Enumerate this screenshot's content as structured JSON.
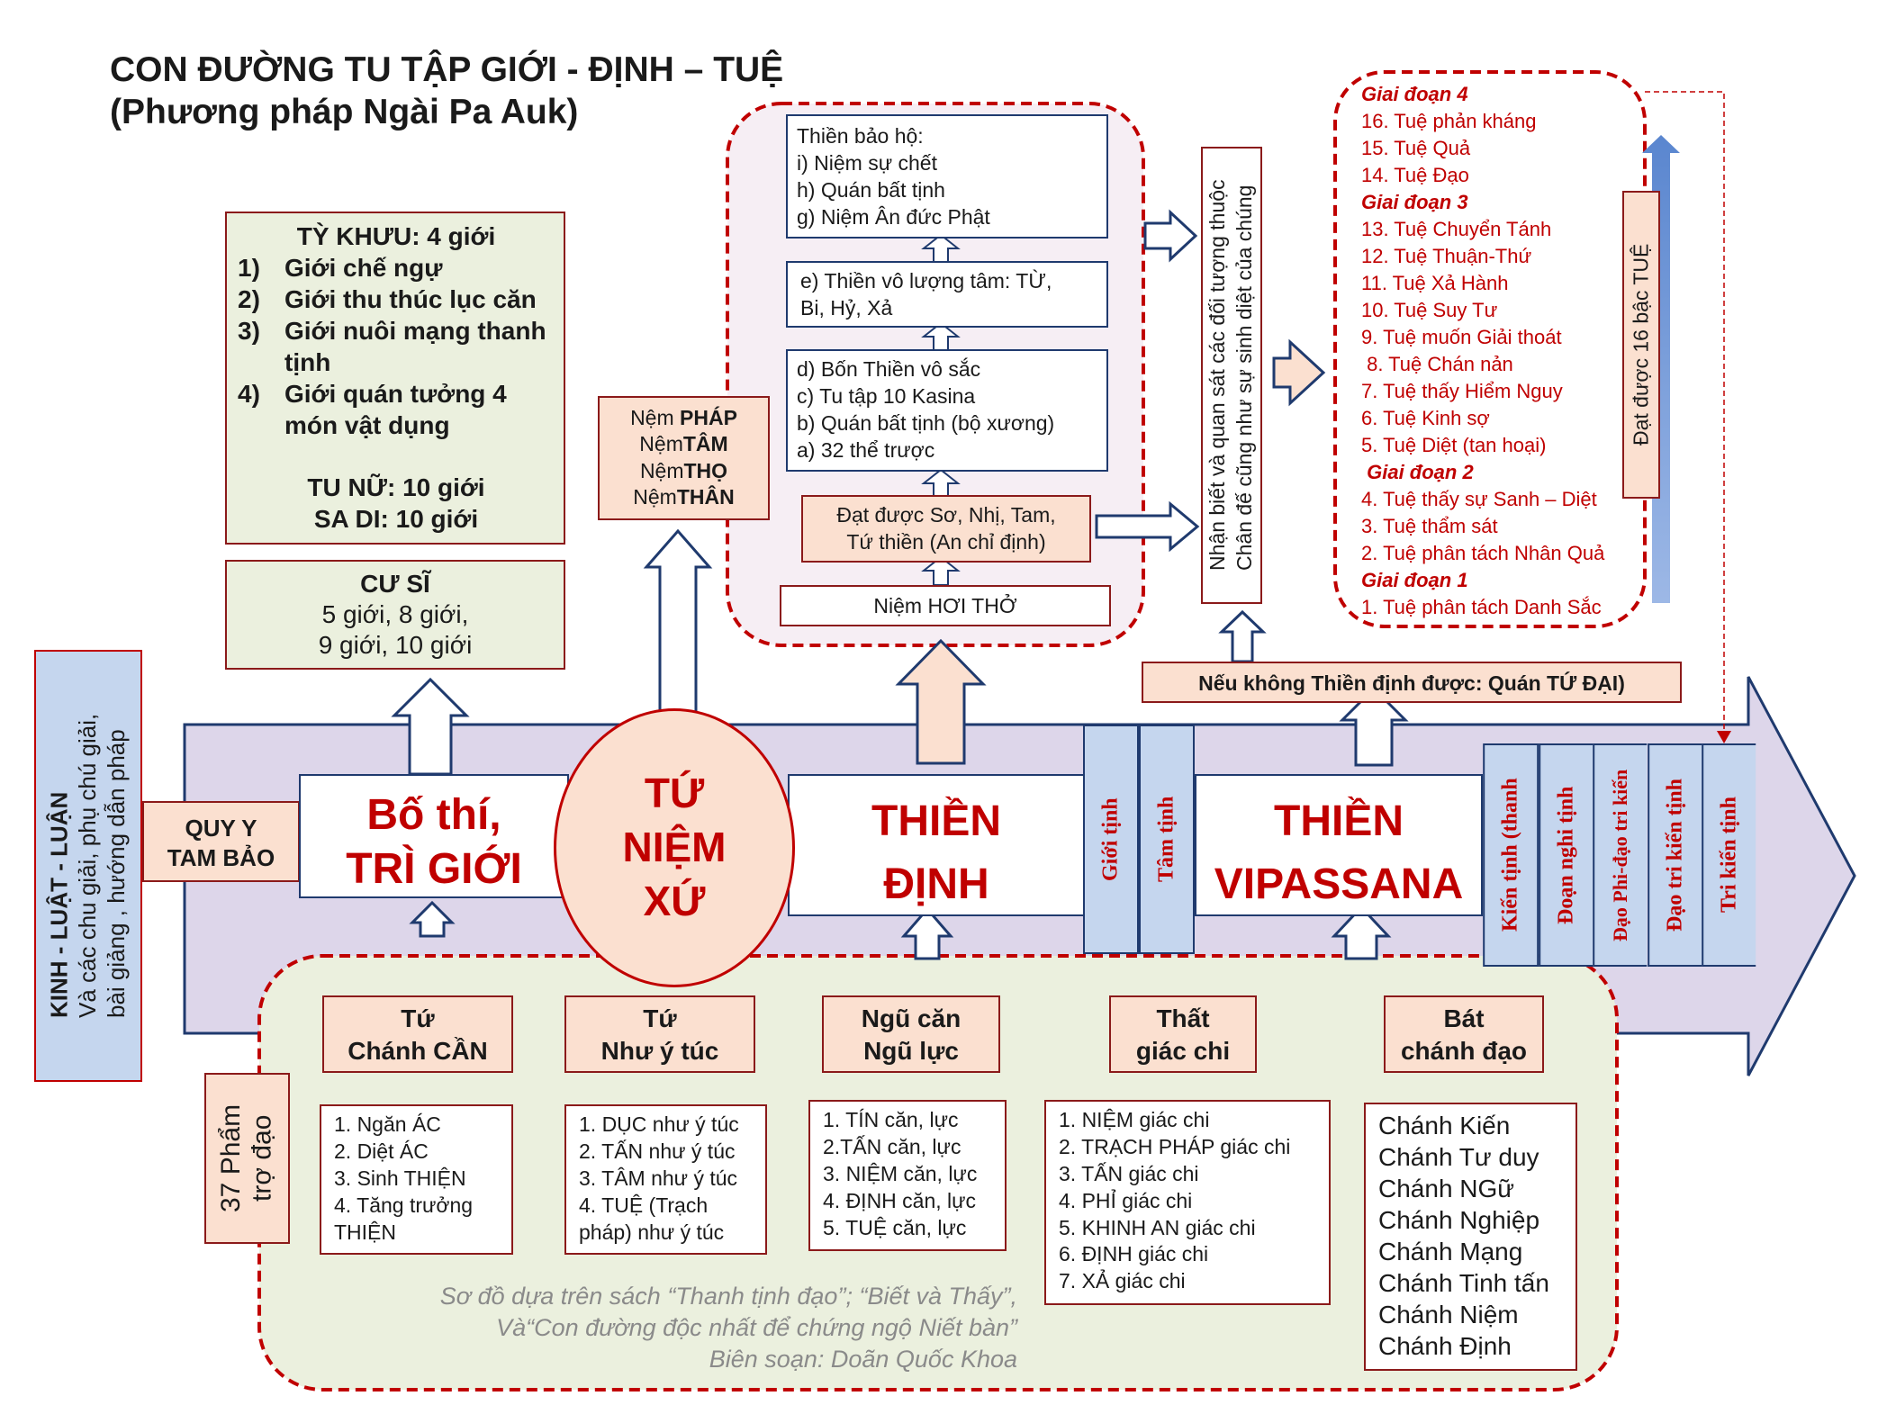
{
  "title": {
    "line1": "CON ĐƯỜNG TU TẬP GIỚI - ĐỊNH – TUỆ",
    "line2": "(Phương pháp Ngài Pa Auk)"
  },
  "side_label": {
    "line1": "KINH - LUẬT - LUẬN",
    "line2": "Và các chu giải, phụ chú giải,",
    "line3": "bài giảng , hướng dẫn pháp"
  },
  "quy_y": {
    "line1": "QUY Y",
    "line2": "TAM BẢO"
  },
  "stages": {
    "bo_thi": {
      "line1": "Bố thí,",
      "line2": "TRÌ GIỚI"
    },
    "tu_niem_xu": {
      "line1": "TỨ",
      "line2": "NIỆM",
      "line3": "XỨ"
    },
    "thien_dinh": {
      "line1": "THIỀN",
      "line2": "ĐỊNH"
    },
    "vipassana": {
      "line1": "THIỀN",
      "line2": "VIPASSANA"
    }
  },
  "purity_bars": [
    "Giới tịnh",
    "Tâm tịnh"
  ],
  "knowledge_bars": [
    "Kiến tịnh (thanh",
    "Đoạn nghi tịnh",
    "Đạo Phi-đạo tri kiến",
    "Đạo tri kiến tịnh",
    "Tri kiến tịnh"
  ],
  "ty_khuu": {
    "heading": "TỲ KHƯU: 4 giới",
    "items": [
      {
        "num": "1)",
        "text": "Giới chế ngự"
      },
      {
        "num": "2)",
        "text": "Giới thu thúc lục căn"
      },
      {
        "num": "3)",
        "text": "Giới nuôi mạng thanh tịnh"
      },
      {
        "num": "4)",
        "text": "Giới quán tưởng 4 món vật dụng"
      }
    ],
    "tu_nu": "TU NỮ: 10 giới",
    "sa_di": "SA DI: 10 giới"
  },
  "cu_si": {
    "heading": "CƯ SĨ",
    "line1": "5 giới, 8 giới,",
    "line2": "9 giới, 10 giới"
  },
  "niem_box": [
    {
      "pre": "Nệm ",
      "bold": "PHÁP"
    },
    {
      "pre": "Nệm",
      "bold": "TÂM"
    },
    {
      "pre": "Nệm",
      "bold": "THỌ"
    },
    {
      "pre": "Nệm",
      "bold": "THÂN"
    }
  ],
  "samatha": {
    "protect": [
      "Thiền bảo hộ:",
      "i) Niệm sự chết",
      "h) Quán bất tịnh",
      "g)  Niệm Ân đức Phật"
    ],
    "immeasurable": [
      "e) Thiền vô lượng tâm: TỪ,",
      "Bi, Hỷ, Xả"
    ],
    "formless": [
      "d) Bốn Thiền vô sắc",
      "c) Tu tập 10 Kasina",
      "b) Quán bất tịnh (bộ xương)",
      "a) 32 thể trược"
    ],
    "attain": [
      "Đạt được  Sơ, Nhị, Tam,",
      "Tứ thiền (An chỉ định)"
    ],
    "breath": "Niệm HƠI THỞ"
  },
  "observe_box": {
    "line1": "Nhận biết và quan sát các đối tượng thuộc",
    "line2": "Chân đế cũng như sự sinh diệt của chúng"
  },
  "four_elements": "Nếu không Thiền định được: Quán TỨ ĐẠI)",
  "insight": [
    {
      "text": "Giai đoạn 4",
      "heading": true
    },
    {
      "text": "16. Tuệ phản kháng"
    },
    {
      "text": "15. Tuệ Quả"
    },
    {
      "text": "14. Tuệ Đạo"
    },
    {
      "text": "Giai đoạn 3",
      "heading": true
    },
    {
      "text": "13. Tuệ Chuyển Tánh"
    },
    {
      "text": "12. Tuệ Thuận-Thứ"
    },
    {
      "text": "11. Tuệ Xả Hành"
    },
    {
      "text": "10. Tuệ Suy Tư"
    },
    {
      "text": "9. Tuệ muốn Giải thoát"
    },
    {
      "text": " 8. Tuệ Chán nản"
    },
    {
      "text": "7. Tuệ thấy Hiểm Nguy"
    },
    {
      "text": "6. Tuệ Kinh sợ"
    },
    {
      "text": "5. Tuệ Diệt (tan hoại)"
    },
    {
      "text": " Giai đoạn 2",
      "heading": true
    },
    {
      "text": "4. Tuệ thấy sự Sanh – Diệt"
    },
    {
      "text": "3. Tuệ thẩm sát"
    },
    {
      "text": "2. Tuệ phân tách Nhân Quả"
    },
    {
      "text": "Giai đoạn 1",
      "heading": true
    },
    {
      "text": "1. Tuệ phân tách Danh Sắc"
    }
  ],
  "achieve_label": "Đạt được 16 bậc TUỆ",
  "factors_label": {
    "line1": "37 Phẩm",
    "line2": "trợ đạo"
  },
  "factors": [
    {
      "title": [
        "Tứ",
        "Chánh CẦN"
      ],
      "items": [
        "1. Ngăn ÁC",
        "2. Diệt ÁC",
        "3. Sinh THIỆN",
        "4. Tăng  trưởng",
        "THIỆN"
      ]
    },
    {
      "title": [
        "Tứ",
        "Như ý túc"
      ],
      "items": [
        "1. DỤC như ý túc",
        "2. TẤN như ý túc",
        "3. TÂM như ý túc",
        "4. TUỆ (Trạch",
        "pháp)  như ý túc"
      ]
    },
    {
      "title": [
        "Ngũ căn",
        "Ngũ lực"
      ],
      "items": [
        "1. TÍN căn, lực",
        "2.TẤN căn, lực",
        "3. NIỆM căn, lực",
        "4. ĐỊNH căn, lực",
        "5. TUỆ căn, lực"
      ]
    },
    {
      "title": [
        "Thất",
        "giác chi"
      ],
      "items": [
        "1. NIỆM  giác chi",
        "2. TRẠCH PHÁP giác chi",
        "3. TẤN giác chi",
        "4. PHỈ giác chi",
        "5. KHINH AN giác chi",
        "6. ĐỊNH giác chi",
        "7. XẢ giác chi"
      ]
    },
    {
      "title": [
        "Bát",
        "chánh đạo"
      ],
      "items": [
        "Chánh Kiến",
        "Chánh Tư duy",
        "Chánh NGữ",
        "Chánh Nghiệp",
        "Chánh Mạng",
        "Chánh Tinh tấn",
        "Chánh Niệm",
        "Chánh Định"
      ]
    }
  ],
  "credits": {
    "line1": "Sơ đồ dựa trên  sách “Thanh tịnh đạo”;  “Biết và Thấy”,",
    "line2": "Và“Con đường độc nhất để chứng ngộ Niết bàn”",
    "line3": "Biên soạn: Doãn Quốc Khoa"
  },
  "colors": {
    "red_text": "#c00000",
    "arrow_fill": "#ddd6ea",
    "green_fill": "#ebf0de",
    "peach_fill": "#fbe0d0",
    "blue_fill": "#c5d6ee",
    "border_red": "#c00000"
  }
}
